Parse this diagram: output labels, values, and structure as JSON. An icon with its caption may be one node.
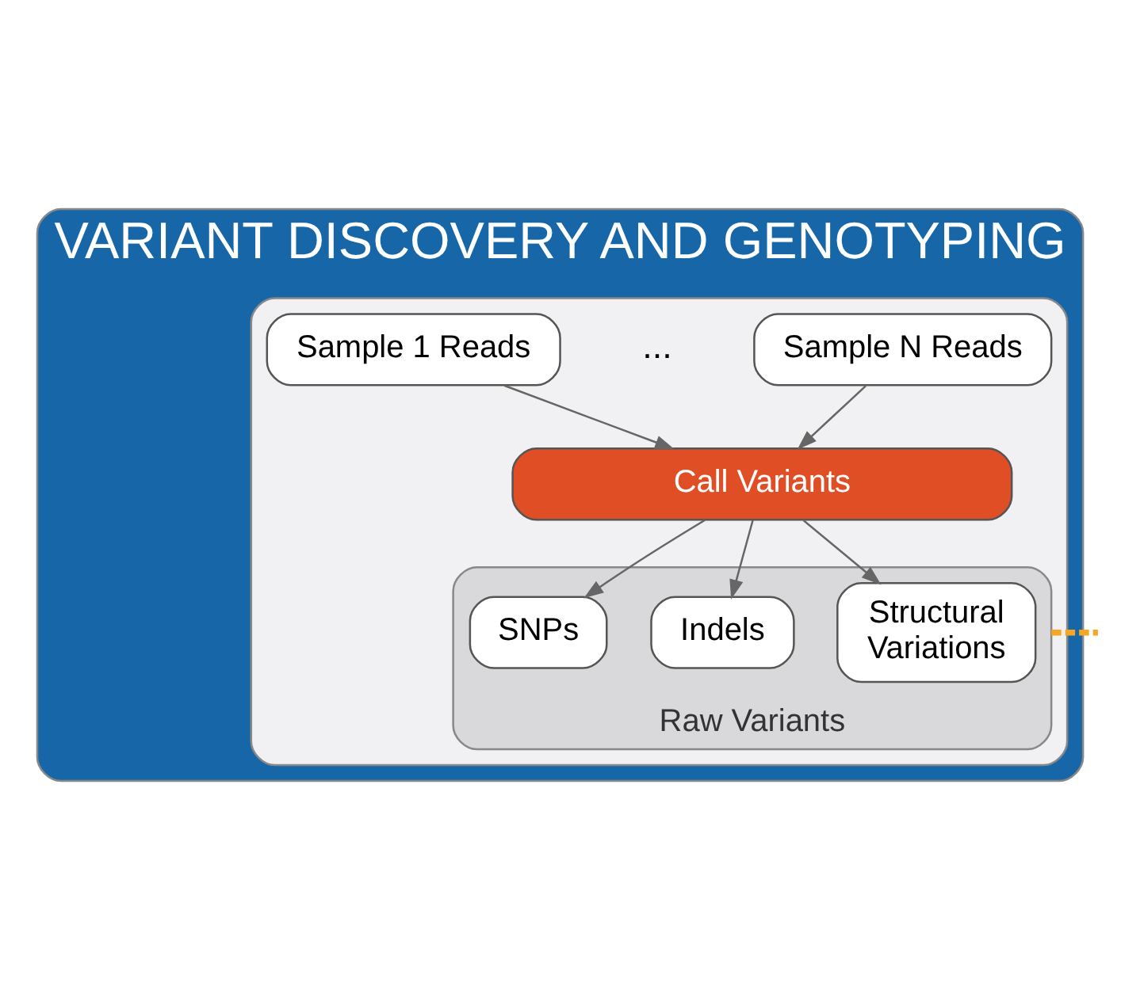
{
  "diagram": {
    "nodes": [
      {
        "text": [
          "VARIANT DISCOVERY AND GENOTYPING"
        ]
      },
      {
        "text": [],
        "shape": "box",
        "in": 0
      },
      {
        "text": [
          "Sample 1 Reads"
        ],
        "in": 1
      },
      {
        "text": [
          "Sample N Reads"
        ],
        "in": 1
      },
      {
        "text": [
          "Call Variants"
        ],
        "in": 1
      },
      {
        "text": [
          "Raw Variants"
        ],
        "in": 1
      },
      {
        "text": [
          "SNPs"
        ],
        "in": 5
      },
      {
        "text": [
          "Indels"
        ],
        "in": 5
      },
      {
        "text": [
          "Structural Variations"
        ],
        "in": 5
      }
    ],
    "edges": [
      {
        "from": 2,
        "to": 4,
        "arrow": "to"
      },
      {
        "from": 3,
        "to": 4,
        "arrow": "to"
      },
      {
        "from": 4,
        "to": 6,
        "arrow": "to"
      },
      {
        "from": 4,
        "to": 7,
        "arrow": "to"
      },
      {
        "from": 4,
        "to": 8,
        "arrow": "to"
      },
      {
        "from": 5,
        "to": null,
        "arrow": "none",
        "style": "dashed",
        "color": "#f5a623"
      }
    ],
    "labels": [
      "..."
    ]
  }
}
